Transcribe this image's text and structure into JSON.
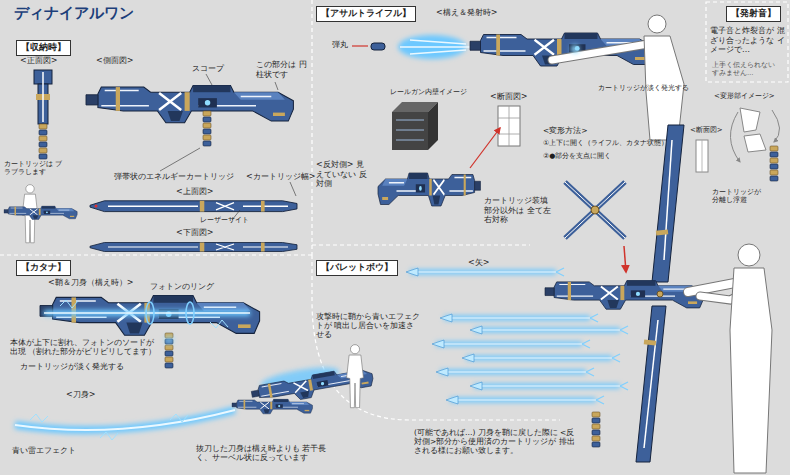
{
  "diagram": {
    "title": "ディナイアルワン",
    "nodes": [
      {
        "text": [
          "【収納時】"
        ]
      },
      {
        "text": [
          "【アサルトライフル】"
        ]
      },
      {
        "text": [
          "【発射音】"
        ]
      },
      {
        "text": [
          "【カタナ】"
        ]
      },
      {
        "text": [
          "【バレットボウ】"
        ]
      }
    ],
    "labels": [
      "<正面図>",
      "<側面図>",
      "スコープ",
      "この部分は 円柱状です",
      "カートリッジは ブラブラします",
      "弾帯状のエネルギーカートリッジ",
      "<カートリッジ幅>",
      "<上面図>",
      "レーザーサイト",
      "<下面図>",
      "<構え＆発射時>",
      "弾丸",
      "レールガン内壁イメージ",
      "<断面図>",
      "カートリッジが淡く発光する",
      "<反対側> 見えていない 反対側",
      "カートリッジ装填 部分以外は 全て左右対称",
      "電子音と炸裂音が 混ざり合ったような イメージで…",
      "上手く伝えられない すみません…",
      "<変形方法>",
      "①上下に開く（ライフル、カタナ状態）",
      "②●部分を支点に開く",
      "<変形部イメージ>",
      "<断面図>",
      "カートリッジが 分離し浮遊",
      "<鞘＆刀身（構え時）>",
      "フォトンのリング",
      "本体が上下に割れ、フォトンのソードが出現 （割れた部分がビリビリしてます）",
      "カートリッジが淡く発光する",
      "攻撃時に鞘から青いエフェクトが 噴出し居合いを加速させる",
      "<刀身>",
      "青い雷エフェクト",
      "抜刀した刀身は構え時よりも 若干長く、サーベル状に反っています",
      "<矢>",
      "(可能であれば…) 刀身を鞘に戻した際に <反対側>部分から使用済のカートリッジが 排出される様にお願い致します。"
    ]
  }
}
